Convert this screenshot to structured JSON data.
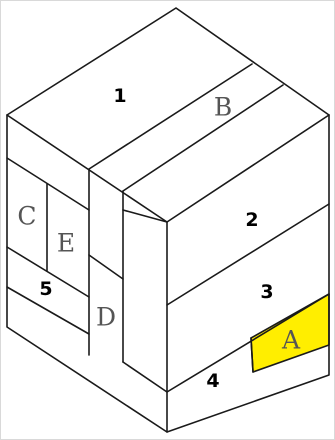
{
  "colors": {
    "highlight_piece": "#ffee00",
    "edge": "#1a1a1a",
    "background": "#ffffff"
  },
  "labels": {
    "top": {
      "num_1": "1",
      "letter_b": "B"
    },
    "right": {
      "num_2": "2",
      "num_3": "3",
      "num_4": "4",
      "letter_a": "A"
    },
    "left": {
      "letter_c": "C",
      "letter_e": "E",
      "num_5": "5",
      "letter_d": "D"
    }
  },
  "highlighted_piece": "A"
}
